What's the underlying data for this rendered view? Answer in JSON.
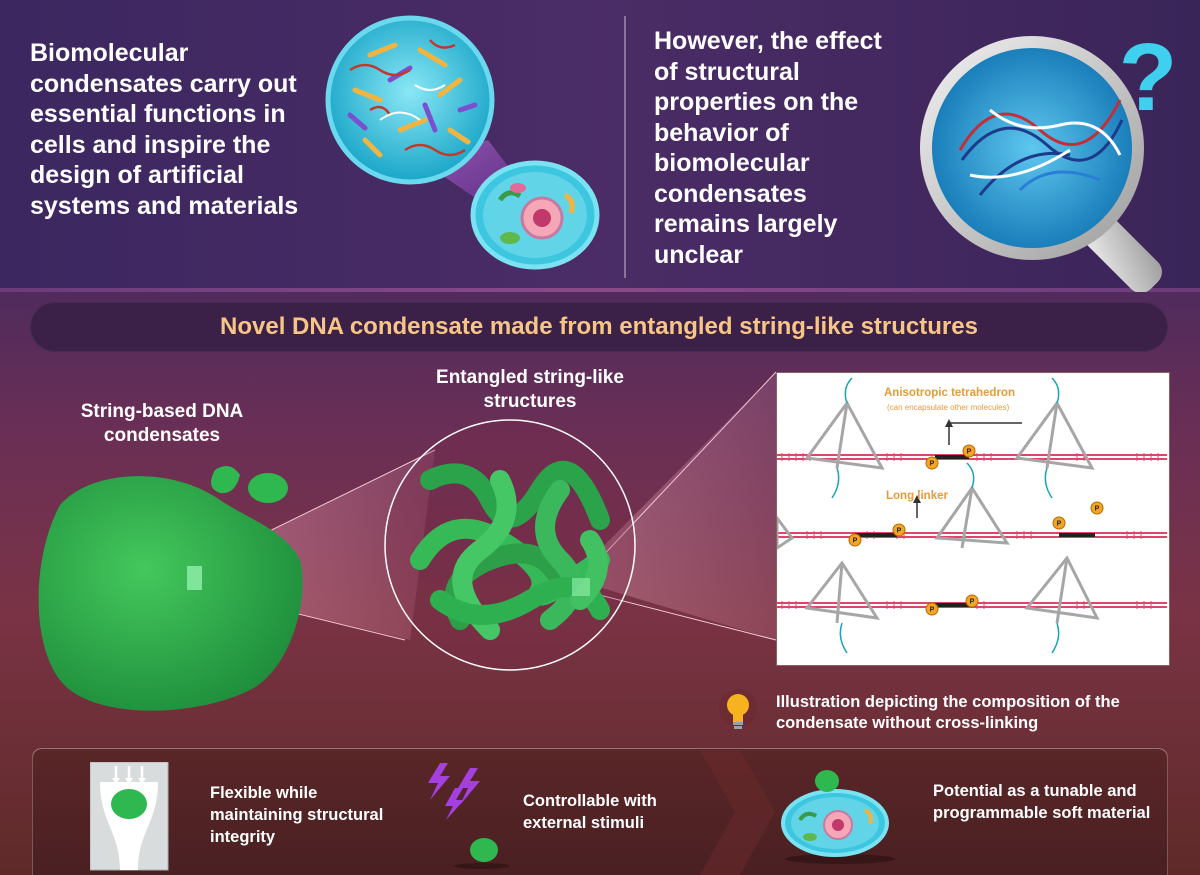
{
  "intro": {
    "left_text": "Biomolecular condensates carry out essential functions in cells and inspire the design of artificial systems and materials",
    "right_text": "However, the effect of structural properties on the behavior of biomolecular condensates remains largely unclear",
    "question_mark": "?"
  },
  "headline": "Novel DNA condensate made from entangled string-like structures",
  "labels": {
    "condensates": "String-based DNA condensates",
    "entangled": "Entangled string-like structures"
  },
  "panel": {
    "tetrahedron_title": "Anisotropic tetrahedron",
    "tetrahedron_sub": "(can encapsulate other molecules)",
    "linker": "Long linker",
    "phosphate_marker": "P"
  },
  "caption": "Illustration depicting the composition of the condensate without cross-linking",
  "features": [
    {
      "text": "Flexible while maintaining structural integrity"
    },
    {
      "text": "Controllable with external stimuli"
    },
    {
      "text": "Potential as a tunable and programmable soft material"
    }
  ],
  "colors": {
    "accent_orange": "#f7c585",
    "condensate_green": "#2fb84f",
    "dna_pink": "#e0446a",
    "cell_cyan": "#3cc6df"
  }
}
